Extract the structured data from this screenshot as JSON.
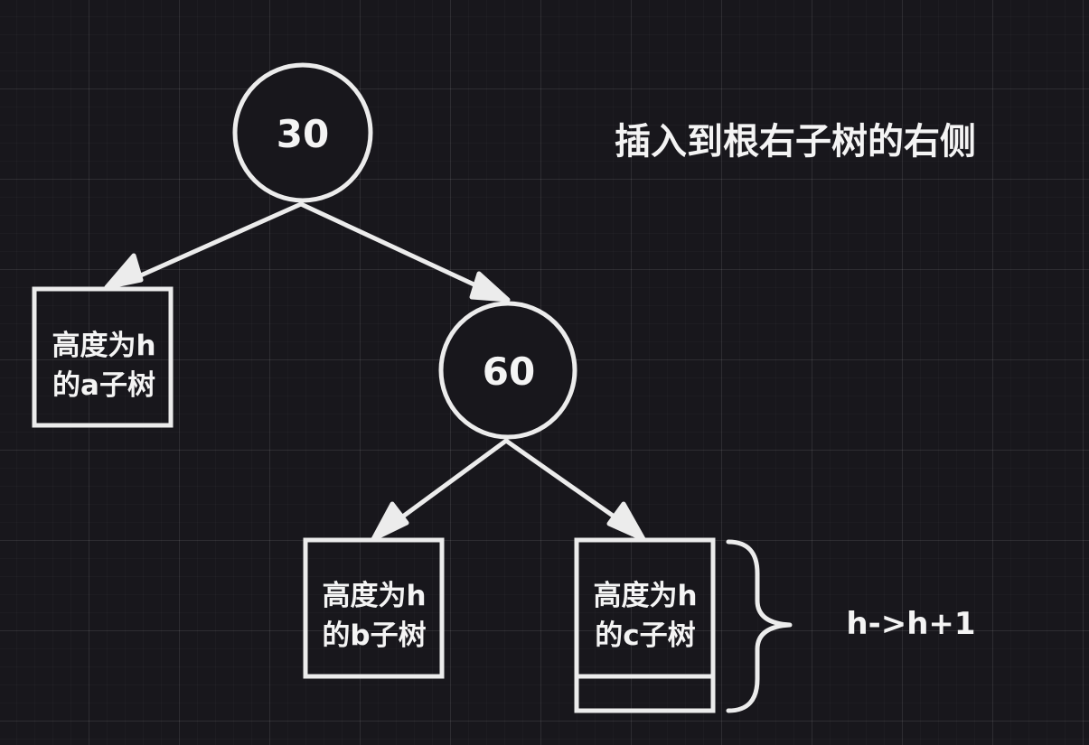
{
  "title": "插入到根右子树的右侧",
  "nodes": {
    "root": "30",
    "right_child": "60"
  },
  "subtrees": {
    "a": [
      "高度为h",
      "的a子树"
    ],
    "b": [
      "高度为h",
      "的b子树"
    ],
    "c": [
      "高度为h",
      "的c子树"
    ]
  },
  "height_change": "h->h+1",
  "colors": {
    "background": "#18171c",
    "stroke": "#ececec",
    "node_fill": "#18171c"
  }
}
